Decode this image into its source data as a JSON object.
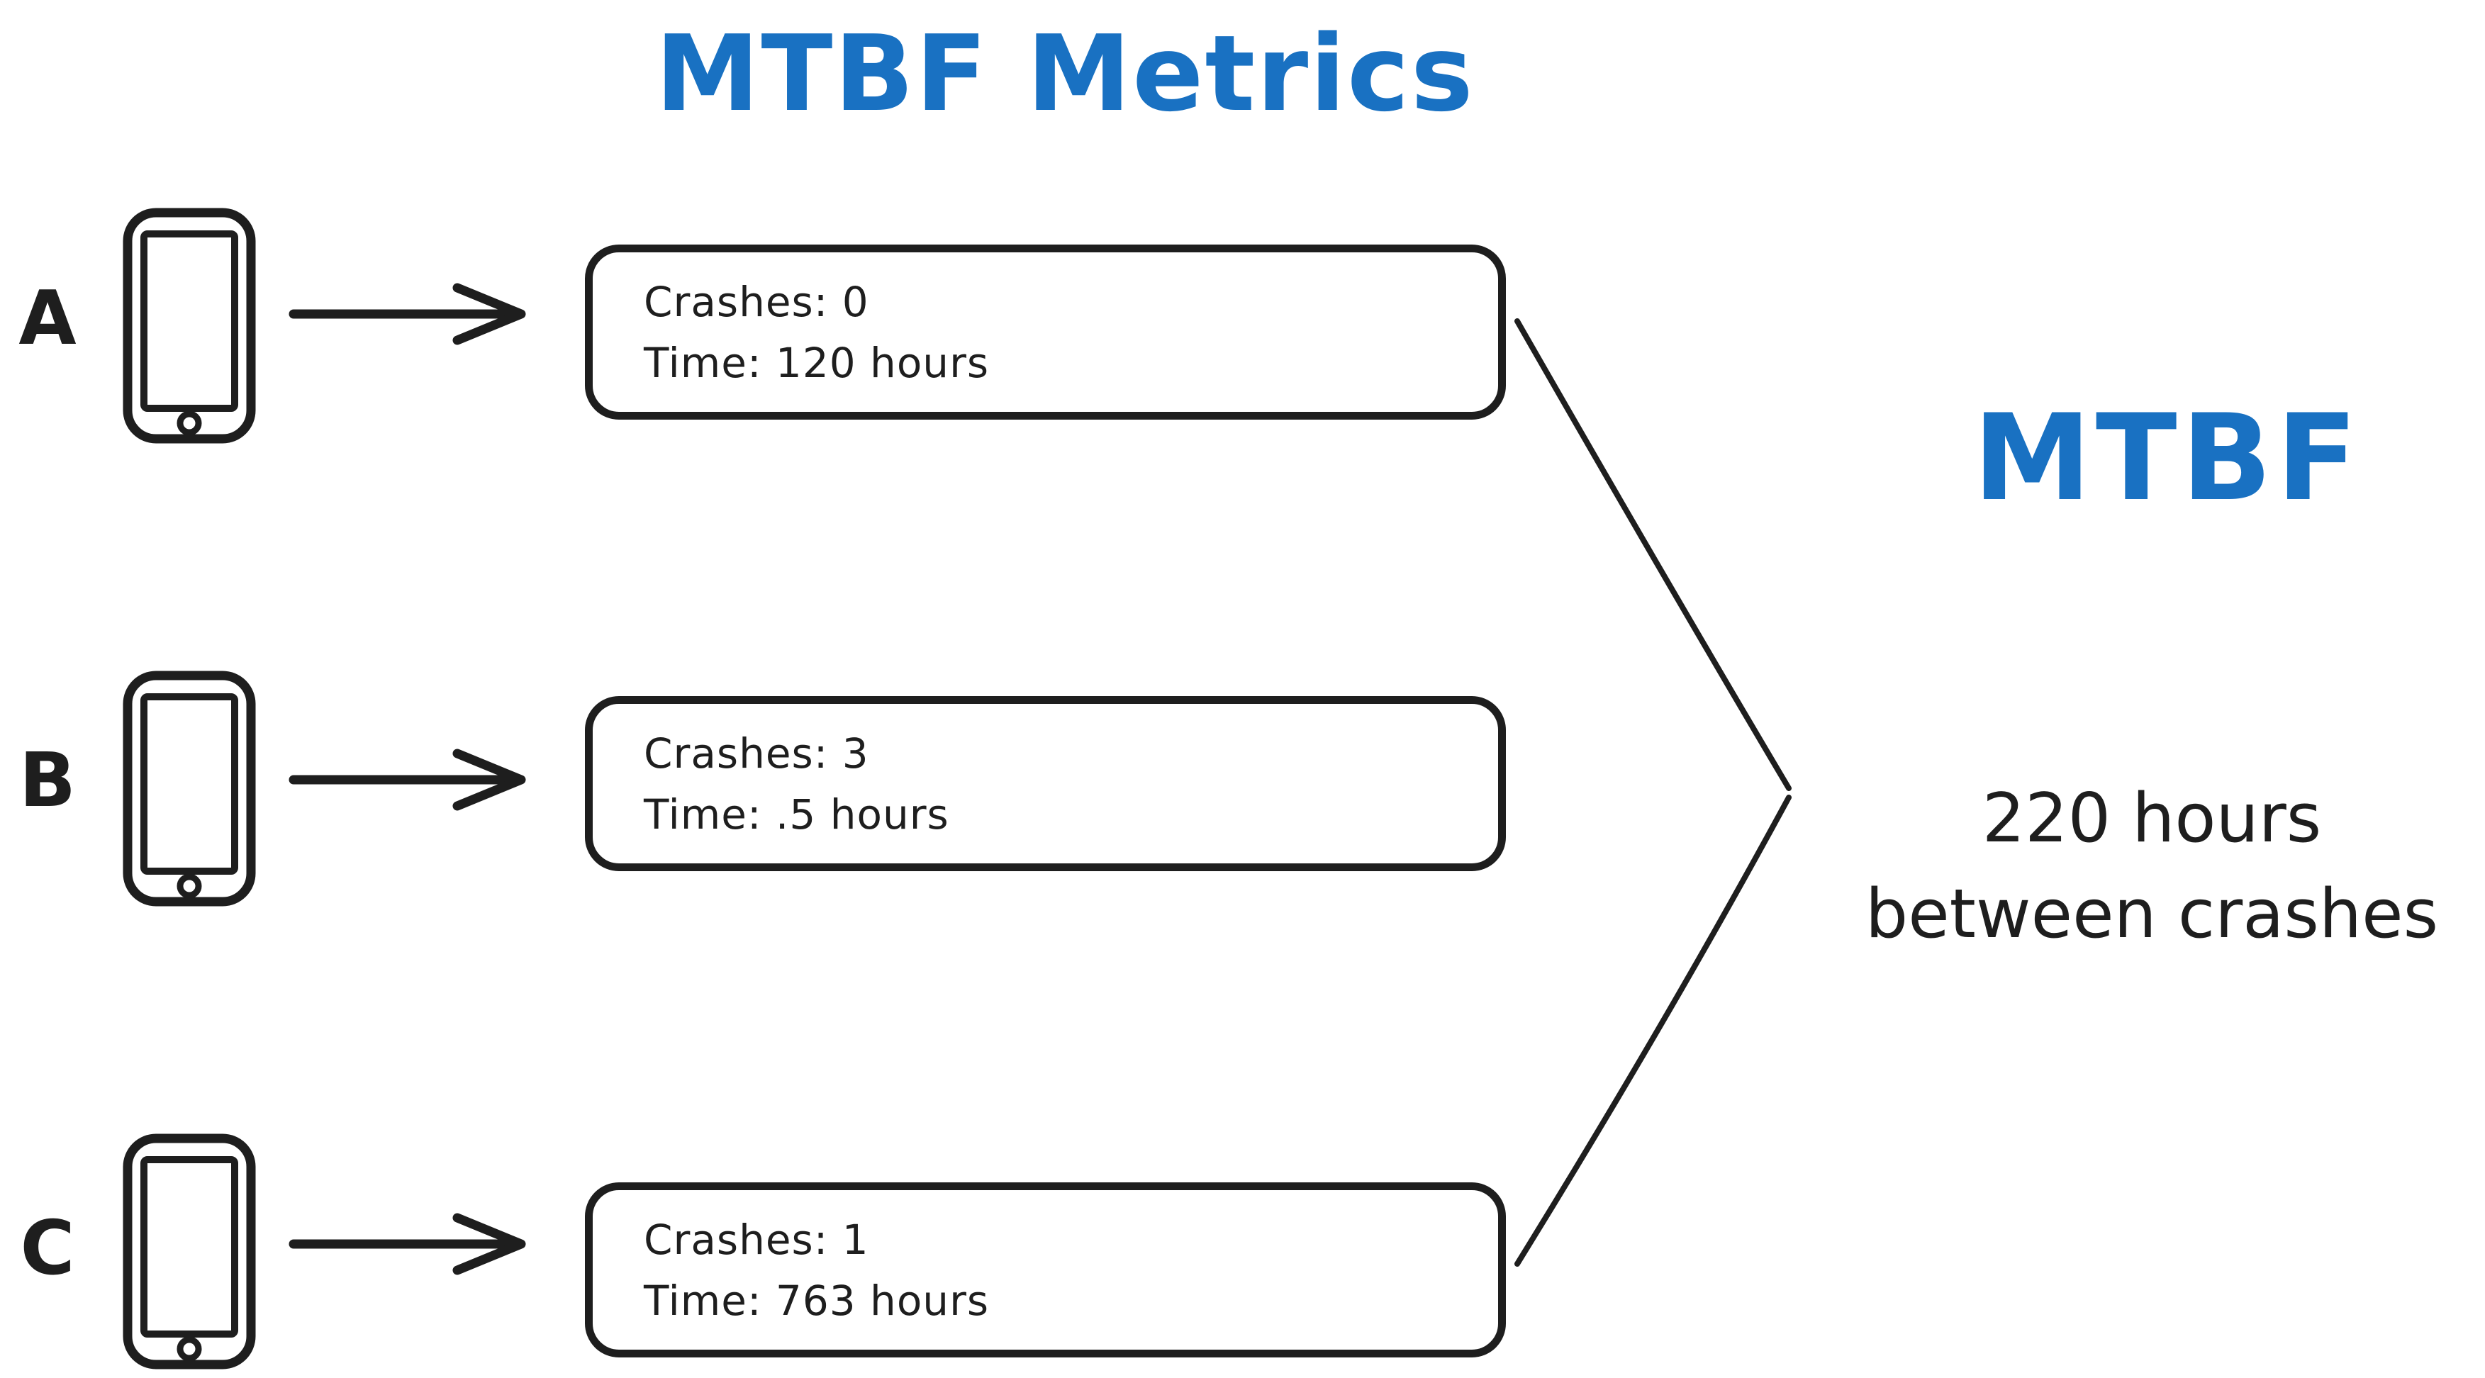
{
  "title": "MTBF Metrics",
  "colors": {
    "accent_blue": "#1971c2",
    "ink_black": "#1e1e1e",
    "background": "#ffffff"
  },
  "rows": [
    {
      "device_label": "A",
      "metrics": {
        "crashes": "Crashes: 0",
        "time": "Time: 120 hours"
      }
    },
    {
      "device_label": "B",
      "metrics": {
        "crashes": "Crashes: 3",
        "time": "Time: .5 hours"
      }
    },
    {
      "device_label": "C",
      "metrics": {
        "crashes": "Crashes: 1",
        "time": "Time: 763 hours"
      }
    }
  ],
  "result": {
    "heading": "MTBF",
    "detail_line1": "220 hours",
    "detail_line2": "between crashes"
  },
  "icons": {
    "device": "smartphone-icon",
    "flow": "arrow-right-icon",
    "aggregate": "chevron-convergence-icon"
  }
}
